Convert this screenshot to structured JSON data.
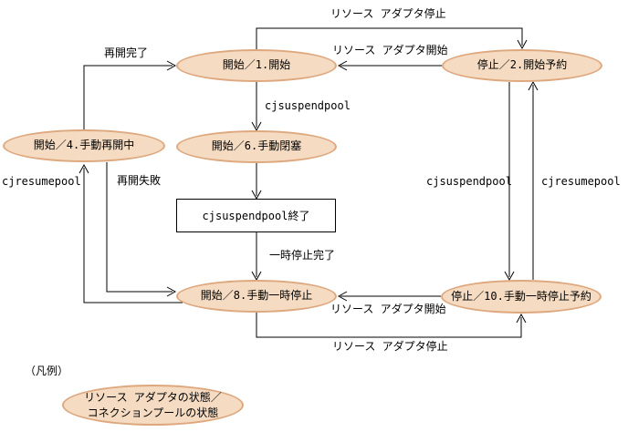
{
  "diagram": {
    "nodes": {
      "start1": {
        "label": "開始／1.開始",
        "shape": "ellipse"
      },
      "stop2": {
        "label": "停止／2.開始予約",
        "shape": "ellipse"
      },
      "start4": {
        "label": "開始／4.手動再開中",
        "shape": "ellipse"
      },
      "start6": {
        "label": "開始／6.手動閉塞",
        "shape": "ellipse"
      },
      "suspend_end": {
        "label": "cjsuspendpool終了",
        "shape": "rect"
      },
      "start8": {
        "label": "開始／8.手動一時停止",
        "shape": "ellipse"
      },
      "stop10": {
        "label": "停止／10.手動一時停止予約",
        "shape": "ellipse"
      }
    },
    "edge_labels": {
      "ra_stop_top": "リソース アダプタ停止",
      "ra_start_top": "リソース アダプタ開始",
      "resume_complete": "再開完了",
      "cjsuspendpool_mid": "cjsuspendpool",
      "cjresumepool_left": "cjresumepool",
      "resume_fail": "再開失敗",
      "pause_complete": "一時停止完了",
      "cjsuspendpool_right": "cjsuspendpool",
      "cjresumepool_right": "cjresumepool",
      "ra_start_bottom": "リソース アダプタ開始",
      "ra_stop_bottom": "リソース アダプタ停止"
    },
    "legend": {
      "title": "（凡例）",
      "item_line1": "リソース アダプタの状態／",
      "item_line2": "コネクションプールの状態"
    },
    "colors": {
      "state_fill": "#f4dbc2",
      "state_border": "#dea87e",
      "line": "#000000",
      "background": "#ffffff",
      "text": "#000000"
    }
  }
}
